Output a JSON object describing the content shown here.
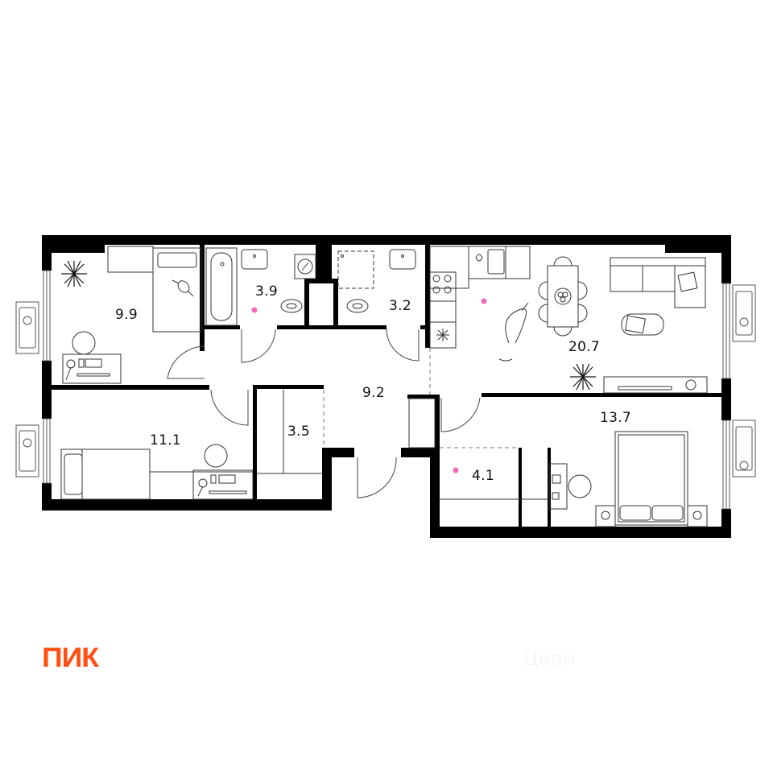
{
  "brand": {
    "logo_text": "ПИК",
    "logo_color": "#ff4f12",
    "watermark_text": "Циан"
  },
  "colors": {
    "wall": "#000000",
    "line": "#333333",
    "marker": "#f06bb5",
    "background": "#ffffff"
  },
  "rooms": [
    {
      "id": "bedroom-1",
      "area": "9.9"
    },
    {
      "id": "bathroom",
      "area": "3.9"
    },
    {
      "id": "shower-room",
      "area": "3.2"
    },
    {
      "id": "kitchen-living",
      "area": "20.7"
    },
    {
      "id": "hallway",
      "area": "9.2"
    },
    {
      "id": "bedroom-2",
      "area": "11.1"
    },
    {
      "id": "storage",
      "area": "3.5"
    },
    {
      "id": "master-bedroom",
      "area": "13.7"
    },
    {
      "id": "wardrobe",
      "area": "4.1"
    }
  ],
  "icons": [
    "plant-icon",
    "bed-icon",
    "toy-bunny-icon",
    "desk-icon",
    "chair-icon",
    "bathtub-icon",
    "sink-icon",
    "toilet-icon",
    "washing-machine-icon",
    "shower-icon",
    "stove-icon",
    "fridge-icon",
    "dining-table-icon",
    "sofa-icon",
    "cat-icon",
    "armchair-laptop-icon",
    "tv-stand-icon",
    "double-bed-icon",
    "nightstand-icon",
    "radiator-icon",
    "window-icon",
    "door-icon"
  ]
}
